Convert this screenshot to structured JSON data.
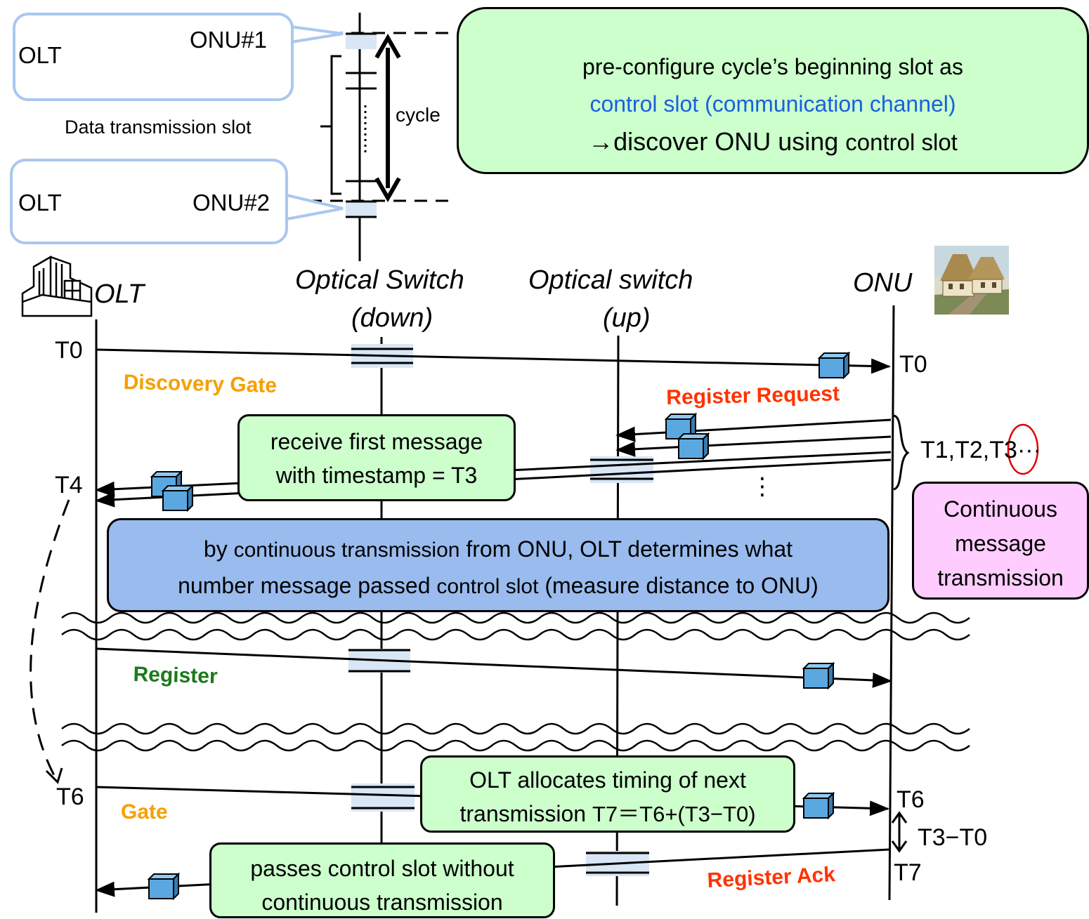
{
  "inset": {
    "onu1": {
      "olt": "OLT",
      "onu": "ONU#1"
    },
    "onu2": {
      "olt": "OLT",
      "onu": "ONU#2"
    },
    "data_slot_label": "Data transmission slot",
    "cycle_label": "cycle",
    "callout": {
      "line1": "pre-configure cycle’s beginning slot as",
      "line2": "control slot (communication channel)",
      "line3a": "→discover ONU using ",
      "line3b": "control slot"
    }
  },
  "lanes": {
    "olt": "OLT",
    "switch_down_1": "Optical Switch",
    "switch_down_2": "(down)",
    "switch_up_1": "Optical switch",
    "switch_up_2": "(up)",
    "onu": "ONU"
  },
  "times": {
    "olt_t0": "T0",
    "onu_t0": "T0",
    "olt_t4": "T4",
    "olt_t6": "T6",
    "onu_t6": "T6",
    "onu_t7": "T7",
    "diff": "T3−T0",
    "series_a": "T1,T2,",
    "series_b": "T3",
    "series_c": "···"
  },
  "messages": {
    "discovery_gate": "Discovery Gate",
    "register_request": "Register Request",
    "register": "Register",
    "gate": "Gate",
    "register_ack": "Register Ack"
  },
  "notes": {
    "first_msg_1": "receive first message",
    "first_msg_2": "with timestamp = T3",
    "continuous_1": "Continuous",
    "continuous_2": "message",
    "continuous_3": "transmission",
    "blue_1a": "by ",
    "blue_1b": "continuous transmission",
    "blue_1c": " from ONU, OLT determines what",
    "blue_2a": "number message passed ",
    "blue_2b": "control slot",
    "blue_2c": " (measure distance to ONU)",
    "alloc_1": "OLT allocates timing of next",
    "alloc_2a": "transmission ",
    "alloc_2b": "T7＝T6+(T3−T0)",
    "pass_1": "passes control slot without",
    "pass_2": "continuous transmission",
    "dots": "⋮"
  },
  "colors": {
    "accent_blue": "#1a5fe0",
    "orange": "#f5a000",
    "red": "#ff3300",
    "green_text": "#1b7a1b",
    "note_green": "#ccffcc",
    "note_blue": "#99bbee",
    "note_pink": "#ffccff",
    "packet": "#5ba8e0",
    "slot": "#d8e6f5"
  }
}
